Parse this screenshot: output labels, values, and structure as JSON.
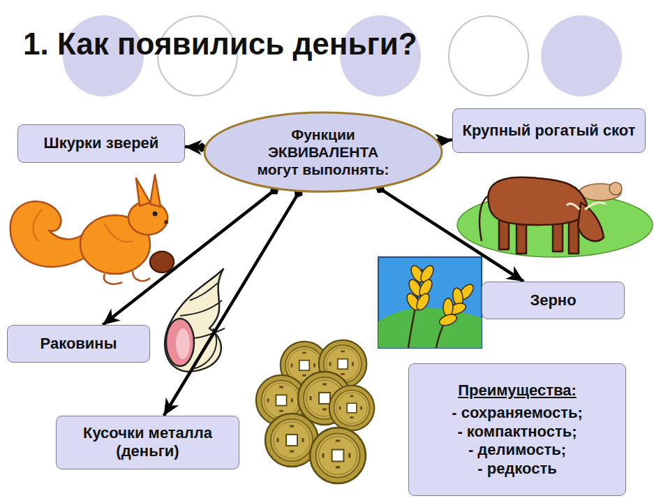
{
  "diagram": {
    "title": "1. Как появились деньги?",
    "nodes": [
      {
        "text": [
          "Функции ЭКВИВАЛЕНТА могут выполнять:"
        ]
      },
      {
        "text": [
          "Шкурки зверей"
        ]
      },
      {
        "text": [
          "Крупный рогатый скот"
        ]
      },
      {
        "text": [
          "Зерно"
        ]
      },
      {
        "text": [
          "Раковины"
        ]
      },
      {
        "text": [
          "Преимущества:",
          "- сохраняемость;",
          "- компактность;",
          "- делимость;",
          "- редкость"
        ]
      },
      {
        "text": [
          "Кусочки металла (деньги)"
        ]
      }
    ],
    "edges": [
      {
        "from": 0,
        "to": 1,
        "arrow": "to"
      },
      {
        "from": 0,
        "to": 4,
        "arrow": "to"
      },
      {
        "from": 0,
        "to": 6,
        "arrow": "to"
      },
      {
        "from": 0,
        "to": 3,
        "arrow": "to"
      },
      {
        "from": 0,
        "to": 2,
        "arrow": "to"
      }
    ]
  }
}
